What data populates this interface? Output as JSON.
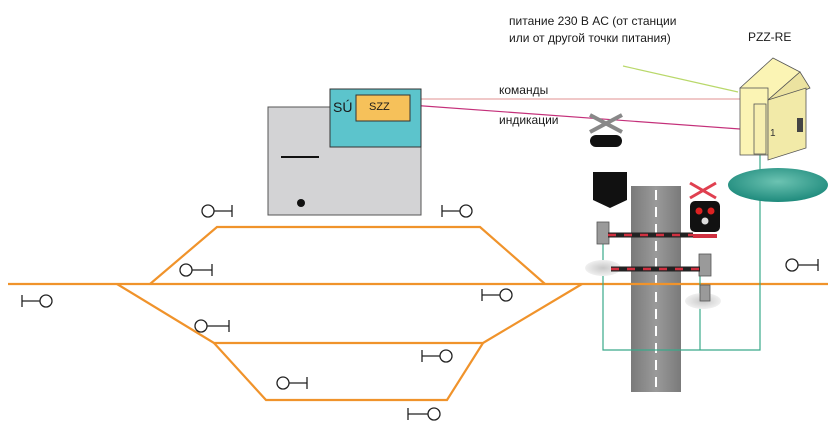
{
  "labels": {
    "power_line1": "питание 230 В AC (от станции",
    "power_line2": "или от другой точки питания)",
    "pzz_re": "PZZ-RE",
    "commands": "команды",
    "indications": "индикации",
    "su": "SÚ",
    "szz": "SZZ"
  },
  "colors": {
    "track": "#f0932b",
    "road": "#8c8c8c",
    "su_panel": "#5cc4cc",
    "szz_box": "#f6c15a",
    "building_bg": "#d3d3d5",
    "house": "#fbf4b4",
    "ground": "#1e8a7c",
    "cable_green": "#3aa98a",
    "commands_line": "#e6a6a6",
    "indications_line": "#c4307a",
    "power_line": "#b9d86a"
  },
  "icons": [
    "signal-icon",
    "barrier-gate-icon",
    "crossing-signal-icon",
    "cross-sign-icon",
    "house-icon"
  ]
}
